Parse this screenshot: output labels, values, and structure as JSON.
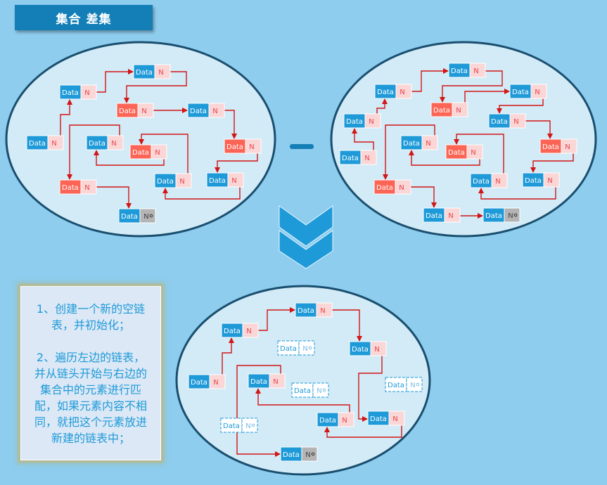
{
  "title": "集合 差集",
  "node": {
    "data_label": "Data",
    "next_label": "N"
  },
  "colors": {
    "background": "#8ecdee",
    "ellipse_fill": "#d2ebf7",
    "ellipse_stroke": "#1a4e6e",
    "node_blue": "#1e9ad8",
    "node_red": "#fc6556",
    "next_pink": "#fbd6d6",
    "next_null": "#b4b4b4",
    "arrow": "#d21515",
    "title_bg": "#137fb6"
  },
  "operator": "minus",
  "sets": {
    "left": {
      "node_count": 12
    },
    "right": {
      "node_count": 15
    },
    "result": {
      "node_count": 8,
      "placeholder_count": 4
    }
  },
  "explanation": {
    "paragraphs": [
      [
        "1、创建一个新的空链",
        "表，并初始化；"
      ],
      [
        "2、遍历左边的链表，",
        "并从链头开始与右边的",
        "集合中的元素进行匹",
        "配，如果元素内容不相",
        "同，就把这个元素放进",
        "新建的链表中；"
      ]
    ]
  }
}
